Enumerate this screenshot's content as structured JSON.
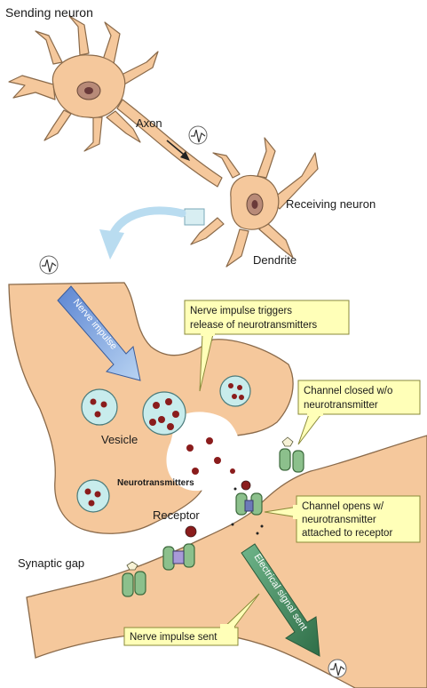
{
  "labels": {
    "sending_neuron": "Sending neuron",
    "axon": "Axon",
    "receiving_neuron": "Receiving neuron",
    "dendrite": "Dendrite",
    "vesicle": "Vesicle",
    "neurotransmitters": "Neurotransmitters",
    "receptor": "Receptor",
    "synaptic_gap": "Synaptic gap"
  },
  "arrows": {
    "nerve_impulse": "Nerve impulse",
    "electrical_signal": "Electrical signal sent"
  },
  "callouts": {
    "trigger": [
      "Nerve impulse triggers",
      "release of neurotransmitters"
    ],
    "closed": [
      "Channel closed w/o",
      "neurotransmitter"
    ],
    "opens": [
      "Channel opens w/",
      "neurotransmitter",
      "attached to receptor"
    ],
    "sent": "Nerve impulse sent"
  },
  "colors": {
    "tissue": "#f5c89c",
    "tissue_outline": "#8a6a4a",
    "callout_fill": "#ffffb8",
    "vesicle_fill": "#c8ecec",
    "neurotransmitter": "#8a1c1c",
    "channel": "#8cc08c",
    "arrow_blue": "#7aa7e0",
    "arrow_green": "#3f8a5c"
  },
  "icons": [
    "impulse-icon",
    "impulse-icon",
    "impulse-icon"
  ]
}
